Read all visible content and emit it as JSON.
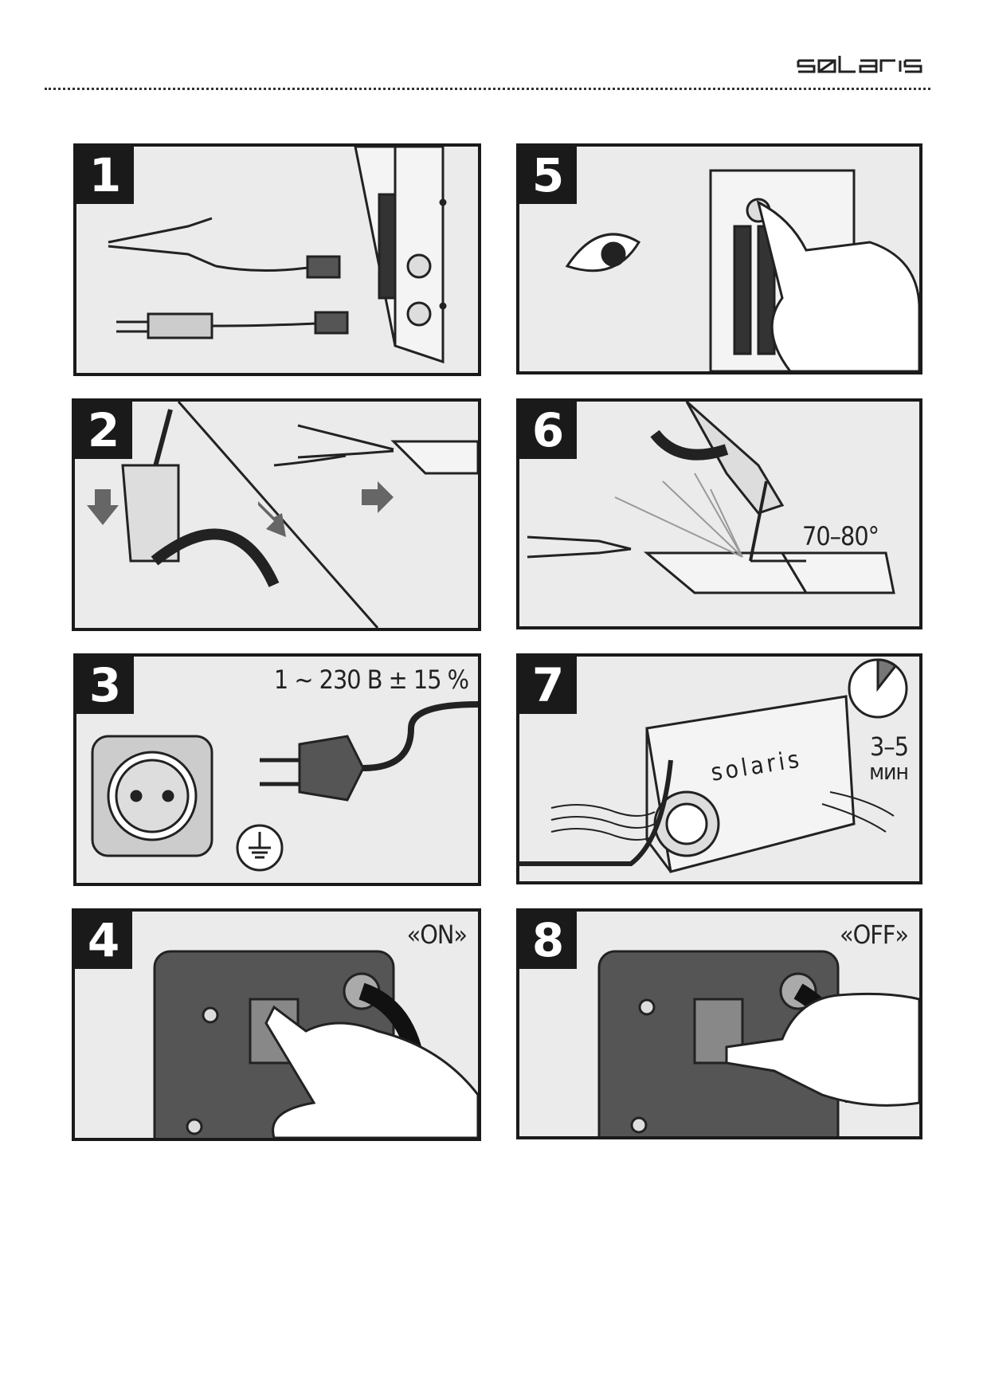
{
  "brand": {
    "logo_text": "solaris"
  },
  "panels": [
    {
      "number": "1",
      "caption": ""
    },
    {
      "number": "2",
      "caption": ""
    },
    {
      "number": "3",
      "caption": "1 ~ 230 В ± 15 %"
    },
    {
      "number": "4",
      "caption": "«ON»"
    },
    {
      "number": "5",
      "caption": ""
    },
    {
      "number": "6",
      "caption": "70–80°"
    },
    {
      "number": "7",
      "caption": "3–5",
      "caption2": "мин",
      "device_label": "solaris"
    },
    {
      "number": "8",
      "caption": "«OFF»"
    }
  ]
}
